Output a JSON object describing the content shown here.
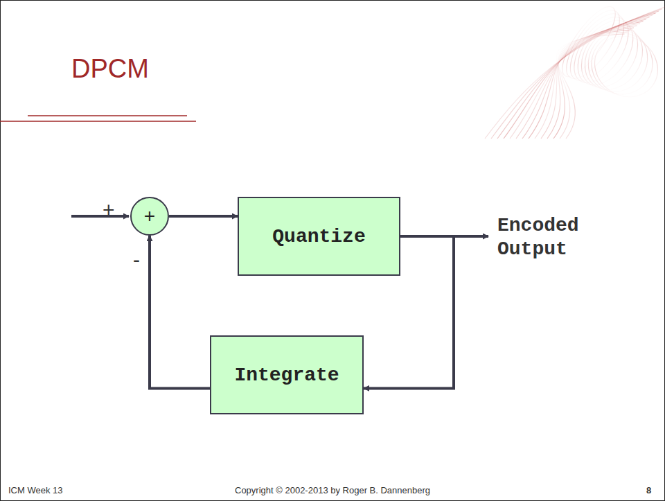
{
  "diagram": {
    "title": "DPCM",
    "nodes": [
      {
        "text": [
          "+"
        ]
      },
      {
        "text": [
          "Quantize"
        ]
      },
      {
        "text": [
          "Integrate"
        ]
      }
    ],
    "edges": [
      {
        "from": 0,
        "to": 1,
        "arrow": "to"
      },
      {
        "from": 1,
        "to": 2,
        "arrow": "to"
      },
      {
        "from": 2,
        "to": 0,
        "arrow": "to"
      }
    ],
    "labels": [
      "+",
      "-",
      "Encoded Output",
      "ICM Week 13",
      "Copyright © 2002-2013 by Roger B. Dannenberg",
      "8"
    ]
  }
}
